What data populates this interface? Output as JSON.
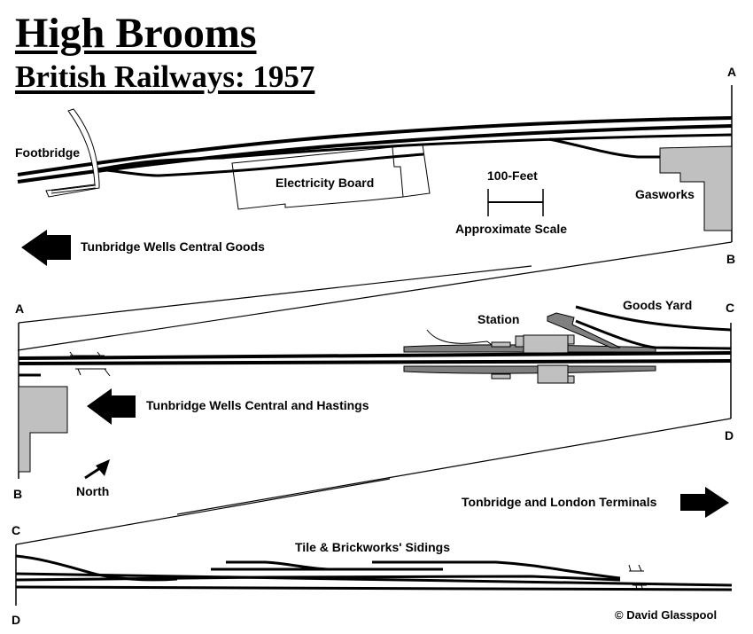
{
  "header": {
    "title": "High Brooms",
    "subtitle": "British Railways: 1957"
  },
  "colors": {
    "track": "#000000",
    "building_fill": "#c0c0c0",
    "platform_fill": "#808080",
    "station_building_fill": "#c0c0c0",
    "outline": "#000000"
  },
  "section_1": {
    "match_top": "A",
    "match_bottom": "B",
    "labels": {
      "footbridge": "Footbridge",
      "electricity_board": "Electricity Board",
      "gasworks": "Gasworks",
      "direction_left": "Tunbridge Wells Central Goods"
    },
    "scale": {
      "length_label": "100-Feet",
      "caption": "Approximate Scale"
    }
  },
  "section_2": {
    "match_left_top": "A",
    "match_left_bottom": "B",
    "match_right_top": "C",
    "match_right_bottom": "D",
    "labels": {
      "station": "Station",
      "goods_yard": "Goods Yard",
      "direction_left": "Tunbridge Wells Central and Hastings",
      "north": "North"
    },
    "direction_right": "Tonbridge and London Terminals"
  },
  "section_3": {
    "match_top": "C",
    "match_bottom": "D",
    "labels": {
      "sidings": "Tile & Brickworks' Sidings"
    }
  },
  "footer": {
    "copyright": "© David Glasspool"
  }
}
